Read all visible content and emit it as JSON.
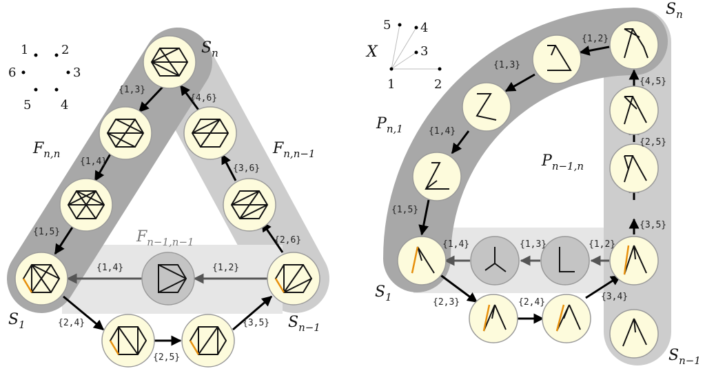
{
  "colors": {
    "band_dark": "#a8a8a8",
    "band_mid": "#cdcdcd",
    "band_light": "#e6e6e6",
    "node_fill": "#fdfbdc",
    "node_gray": "#c4c4c4",
    "highlight": "#e8900c",
    "arrow": "#000000",
    "arrow_gray": "#555555"
  },
  "left": {
    "point_labels": [
      "1",
      "2",
      "3",
      "4",
      "5",
      "6"
    ],
    "families": {
      "f_nn": {
        "base": "F",
        "sub": "n,n"
      },
      "f_n_n1": {
        "base": "F",
        "sub": "n,n−1"
      },
      "f_n1_n1": {
        "base": "F",
        "sub": "n−1,n−1"
      }
    },
    "corners": {
      "sn": {
        "base": "S",
        "sub": "n"
      },
      "s1": {
        "base": "S",
        "sub": "1"
      },
      "sn1": {
        "base": "S",
        "sub": "n−1"
      }
    },
    "edge_labels": [
      "{1,3}",
      "{1,4}",
      "{1,5}",
      "{4,6}",
      "{3,6}",
      "{2,6}",
      "{1,4}",
      "{1,2}",
      "{2,4}",
      "{2,5}",
      "{3,5}"
    ]
  },
  "right": {
    "point_labels": [
      "5",
      "4",
      "3",
      "1",
      "2"
    ],
    "set_label": "X",
    "families": {
      "p_n1": {
        "base": "P",
        "sub": "n,1"
      },
      "p_n1_n": {
        "base": "P",
        "sub": "n−1,n"
      }
    },
    "corners": {
      "sn": {
        "base": "S",
        "sub": "n"
      },
      "s1": {
        "base": "S",
        "sub": "1"
      },
      "sn1": {
        "base": "S",
        "sub": "n−1"
      }
    },
    "edge_labels": [
      "{1,2}",
      "{1,3}",
      "{1,4}",
      "{1,5}",
      "{4,5}",
      "{2,5}",
      "{3,5}",
      "{1,2}",
      "{1,3}",
      "{1,4}",
      "{2,3}",
      "{2,4}",
      "{3,4}"
    ]
  }
}
